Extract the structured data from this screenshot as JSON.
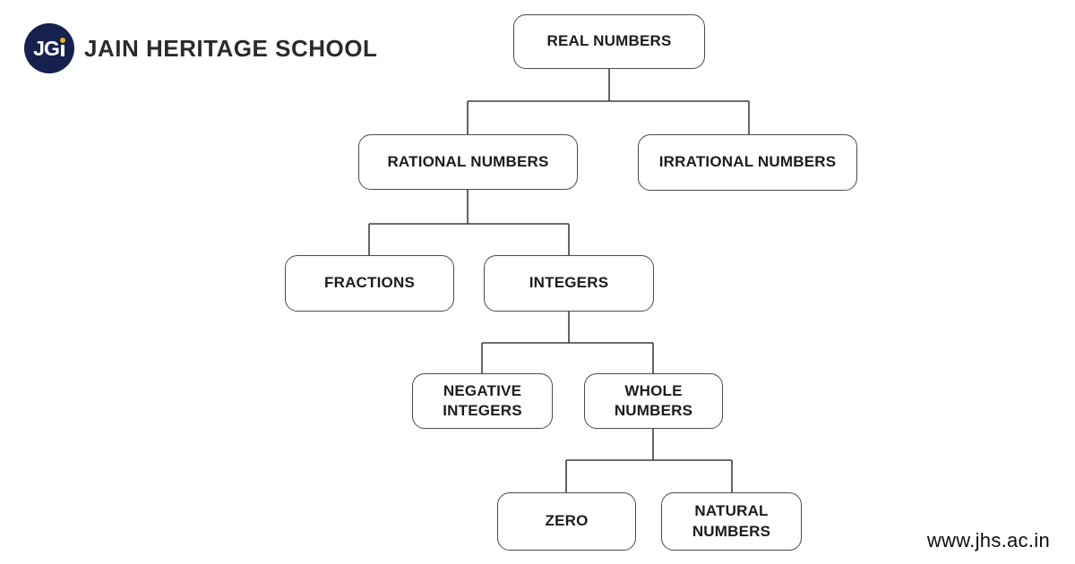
{
  "brand": {
    "logo_text": "JGi",
    "logo_prefix": "JG",
    "school_name": "JAIN HERITAGE SCHOOL"
  },
  "footer": {
    "website": "www.jhs.ac.in"
  },
  "colors": {
    "logo_circle": "#16214e",
    "logo_dot": "#e9b41f",
    "school_name_text": "#2b2b2b",
    "box_border": "#4a4a4a",
    "box_fill": "#ffffff",
    "connector_line": "#3f3f3f",
    "box_text": "#1c1c1c",
    "background": "#ffffff"
  },
  "diagram": {
    "type": "tree",
    "nodes": [
      {
        "id": "real",
        "label": "REAL NUMBERS"
      },
      {
        "id": "rational",
        "label": "RATIONAL NUMBERS"
      },
      {
        "id": "irrational",
        "label": "IRRATIONAL NUMBERS"
      },
      {
        "id": "fractions",
        "label": "FRACTIONS"
      },
      {
        "id": "integers",
        "label": "INTEGERS"
      },
      {
        "id": "negative-integers",
        "label": "NEGATIVE INTEGERS"
      },
      {
        "id": "whole-numbers",
        "label": "WHOLE NUMBERS"
      },
      {
        "id": "zero",
        "label": "ZERO"
      },
      {
        "id": "natural-numbers",
        "label": "NATURAL NUMBERS"
      }
    ],
    "edges": [
      [
        "real",
        "rational"
      ],
      [
        "real",
        "irrational"
      ],
      [
        "rational",
        "fractions"
      ],
      [
        "rational",
        "integers"
      ],
      [
        "integers",
        "negative-integers"
      ],
      [
        "integers",
        "whole-numbers"
      ],
      [
        "whole-numbers",
        "zero"
      ],
      [
        "whole-numbers",
        "natural-numbers"
      ]
    ]
  }
}
